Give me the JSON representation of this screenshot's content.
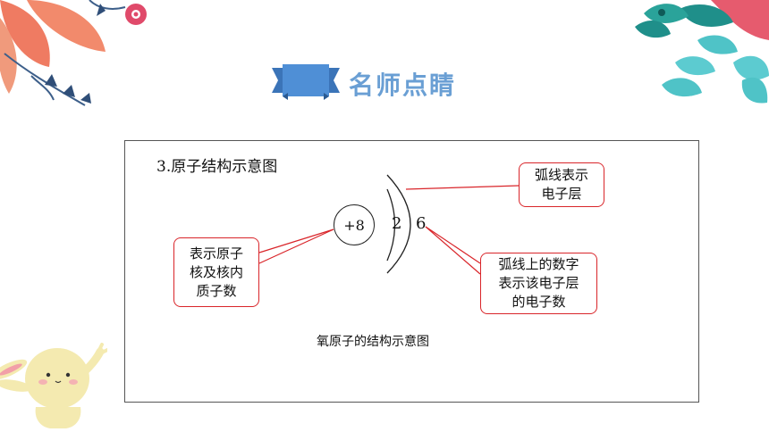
{
  "header": {
    "title": "名师点睛"
  },
  "content": {
    "heading": "3.原子结构示意图",
    "nucleus_label": "+8",
    "shell_numbers": [
      "2",
      "6"
    ],
    "callout_nucleus": [
      "表示原子",
      "核及核内",
      "质子数"
    ],
    "callout_arc": [
      "弧线表示",
      "电子层"
    ],
    "callout_numbers": [
      "弧线上的数字",
      "表示该电子层",
      "的电子数"
    ],
    "caption": "氧原子的结构示意图"
  },
  "colors": {
    "title": "#6a9fd4",
    "ribbon": "#4f8fd6",
    "callout_border": "#d9252a",
    "leader_line": "#d9252a"
  },
  "icons": [
    "leaf-decoration",
    "flower-decoration",
    "bunny-mascot",
    "ribbon-banner-icon"
  ]
}
